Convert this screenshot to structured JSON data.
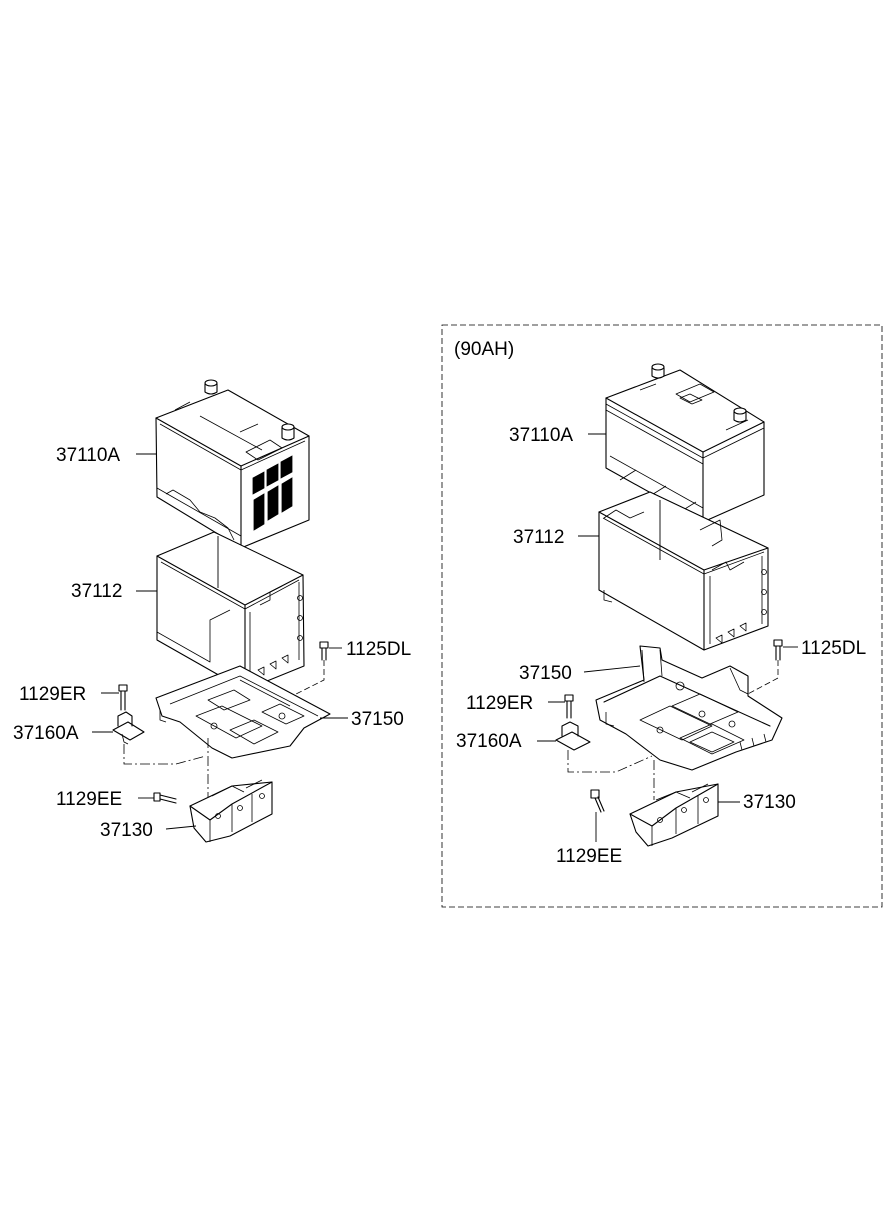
{
  "left_assembly": {
    "battery_label": "37110A",
    "cover_label": "37112",
    "bolt_top_right_label": "1125DL",
    "bolt_left_label": "1129ER",
    "clamp_label": "37160A",
    "tray_label": "37150",
    "bolt_bottom_label": "1129EE",
    "bracket_label": "37130"
  },
  "right_assembly": {
    "group_title": "(90AH)",
    "battery_label": "37110A",
    "cover_label": "37112",
    "bolt_top_right_label": "1125DL",
    "tray_label": "37150",
    "bolt_left_label": "1129ER",
    "clamp_label": "37160A",
    "bracket_label": "37130",
    "bolt_bottom_label": "1129EE"
  }
}
